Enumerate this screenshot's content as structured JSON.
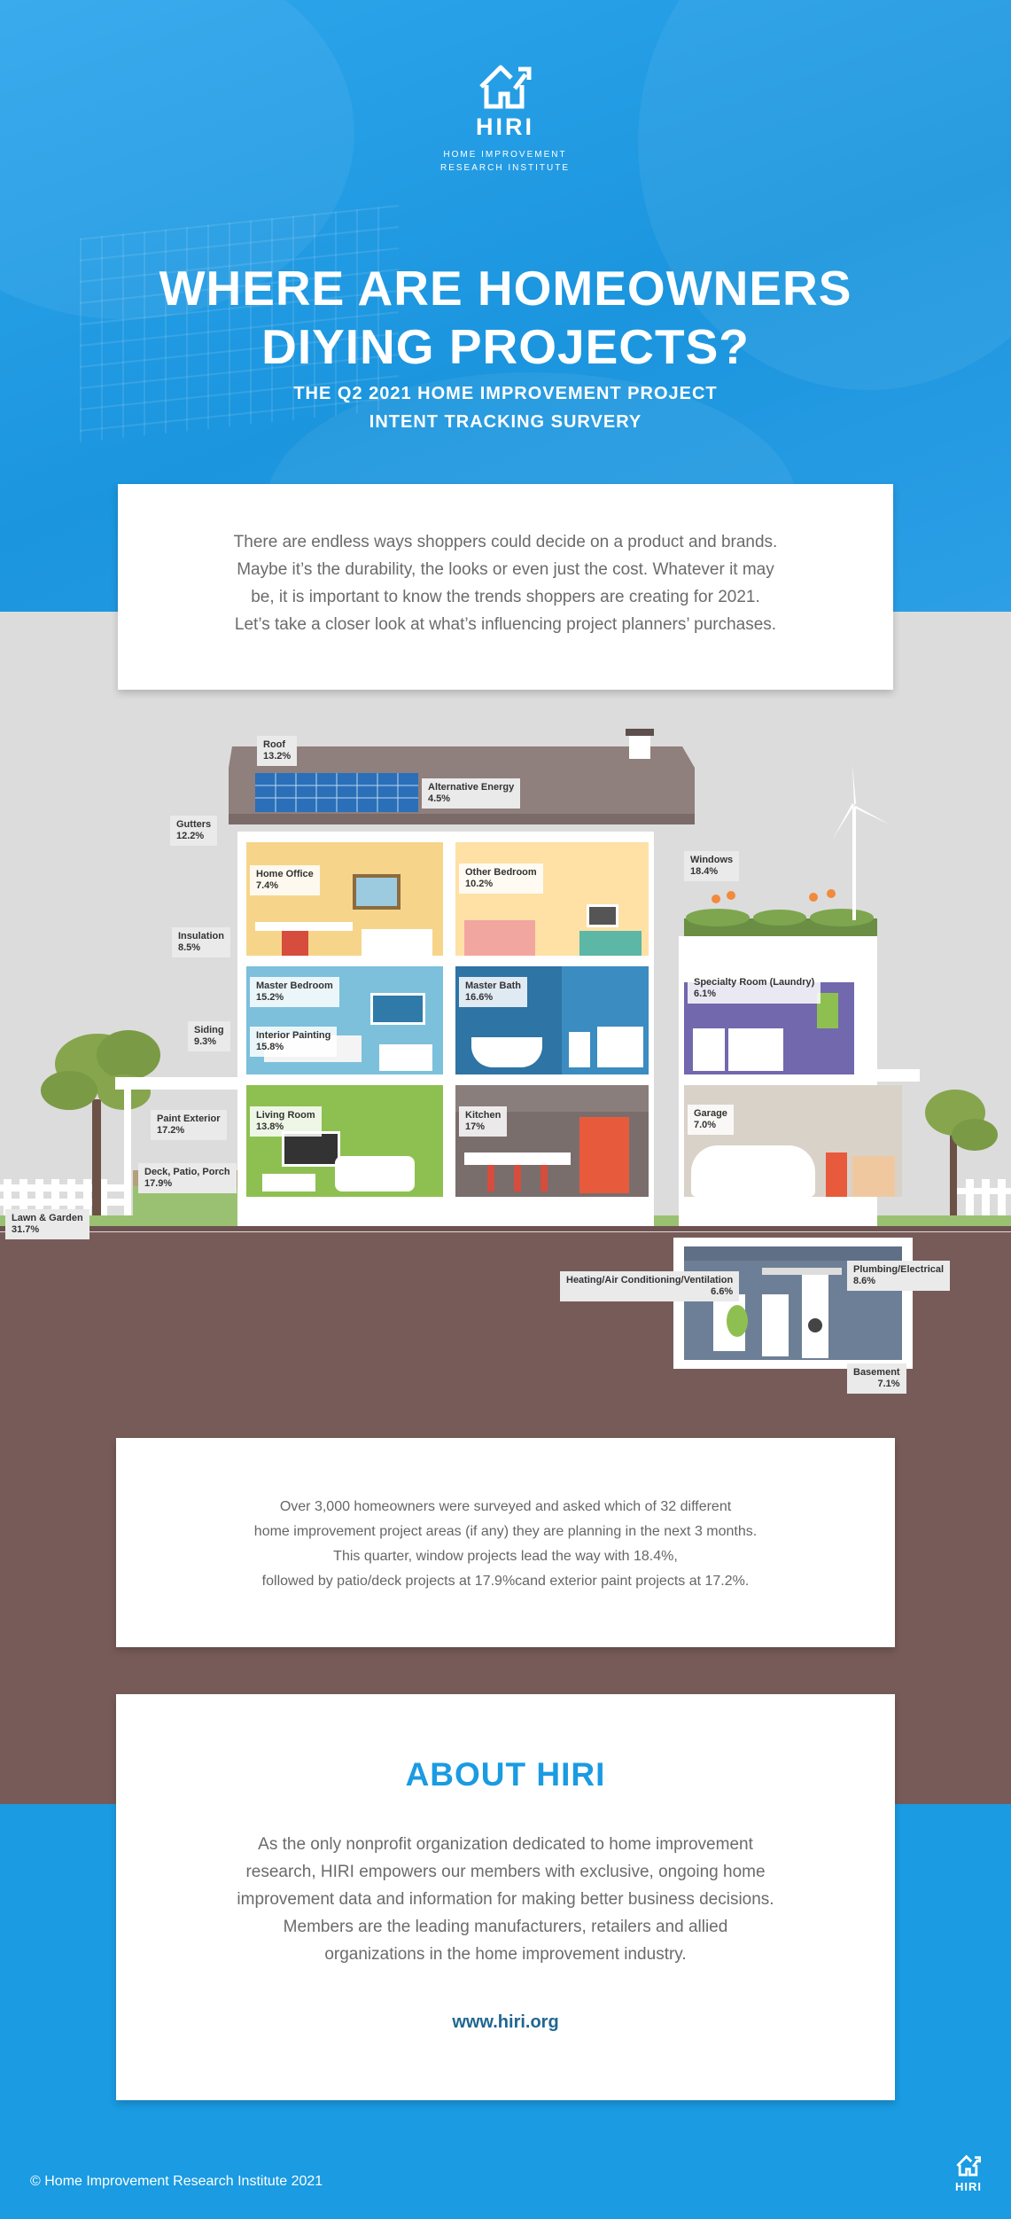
{
  "brand": {
    "logo_name": "HIRI",
    "logo_sub_line1": "HOME IMPROVEMENT",
    "logo_sub_line2": "RESEARCH INSTITUTE",
    "logo_icon": "house-arrow-icon"
  },
  "hero": {
    "title_line1": "WHERE ARE HOMEOWNERS",
    "title_line2": "DIYING PROJECTS?",
    "subtitle_line1": "THE Q2 2021 HOME IMPROVEMENT PROJECT",
    "subtitle_line2": "INTENT TRACKING SURVERY"
  },
  "intro": {
    "line1": "There are endless ways shoppers could decide on a product and brands.",
    "line2": "Maybe it’s the durability, the looks or even just the cost. Whatever it may",
    "line3": "be, it is important to know the trends shoppers are creating for 2021.",
    "line4": "Let’s take a closer look at what’s influencing project planners’ purchases."
  },
  "areas": {
    "roof": {
      "name": "Roof",
      "value": "13.2%"
    },
    "alt_energy": {
      "name": "Alternative Energy",
      "value": "4.5%"
    },
    "gutters": {
      "name": "Gutters",
      "value": "12.2%"
    },
    "windows": {
      "name": "Windows",
      "value": "18.4%"
    },
    "insulation": {
      "name": "Insulation",
      "value": "8.5%"
    },
    "home_office": {
      "name": "Home Office",
      "value": "7.4%"
    },
    "other_bedroom": {
      "name": "Other Bedroom",
      "value": "10.2%"
    },
    "master_bedroom": {
      "name": "Master Bedroom",
      "value": "15.2%"
    },
    "interior_painting": {
      "name": "Interior Painting",
      "value": "15.8%"
    },
    "master_bath": {
      "name": "Master Bath",
      "value": "16.6%"
    },
    "specialty_room": {
      "name": "Specialty Room (Laundry)",
      "value": "6.1%"
    },
    "siding": {
      "name": "Siding",
      "value": "9.3%"
    },
    "paint_exterior": {
      "name": "Paint Exterior",
      "value": "17.2%"
    },
    "deck": {
      "name": "Deck, Patio, Porch",
      "value": "17.9%"
    },
    "living_room": {
      "name": "Living Room",
      "value": "13.8%"
    },
    "kitchen": {
      "name": "Kitchen",
      "value": "17%"
    },
    "garage": {
      "name": "Garage",
      "value": "7.0%"
    },
    "lawn": {
      "name": "Lawn & Garden",
      "value": "31.7%"
    },
    "hvac": {
      "name": "Heating/Air Conditioning/Ventilation",
      "value": "6.6%"
    },
    "plumbing": {
      "name": "Plumbing/Electrical",
      "value": "8.6%"
    },
    "basement": {
      "name": "Basement",
      "value": "7.1%"
    }
  },
  "survey": {
    "line1": "Over 3,000 homeowners were surveyed and asked which of 32 different",
    "line2": "home improvement project areas (if any) they are planning in the next 3 months.",
    "line3": "This quarter, window projects lead the way with 18.4%,",
    "line4": "followed by patio/deck projects at 17.9%cand exterior paint projects at 17.2%."
  },
  "about": {
    "heading": "ABOUT HIRI",
    "line1": "As the only nonprofit organization dedicated to home improvement",
    "line2": "research, HIRI empowers our members with exclusive, ongoing home",
    "line3": "improvement data and information for making better business decisions.",
    "line4": "Members are the leading manufacturers, retailers and allied",
    "line5": "organizations in the home improvement industry.",
    "url": "www.hiri.org"
  },
  "footer": {
    "copyright": "© Home Improvement Research Institute 2021",
    "logo_name": "HIRI"
  },
  "colors": {
    "brand_blue": "#1a9be2",
    "ground_brown": "#775b58",
    "sky_grey": "#dcdcdc",
    "grass_green": "#9ac172"
  }
}
